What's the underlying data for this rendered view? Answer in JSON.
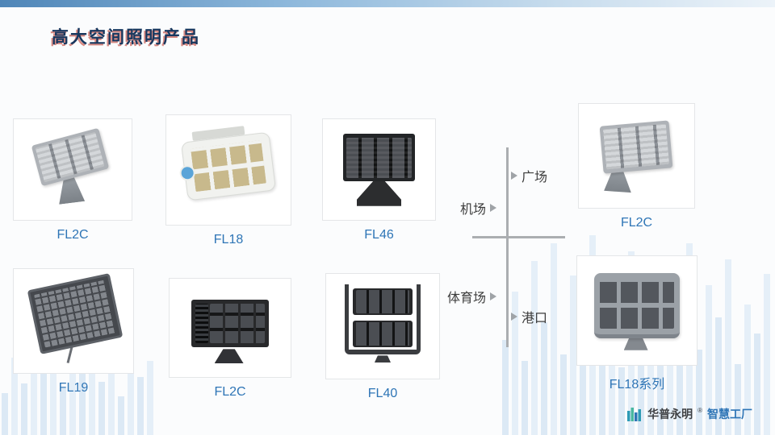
{
  "slide": {
    "title": "高大空间照明产品"
  },
  "products": [
    {
      "label": "FL2C"
    },
    {
      "label": "FL18"
    },
    {
      "label": "FL46"
    },
    {
      "label": "FL2C"
    },
    {
      "label": "FL19"
    },
    {
      "label": "FL2C"
    },
    {
      "label": "FL40"
    },
    {
      "label": "FL18系列"
    }
  ],
  "diagram": {
    "labels": [
      {
        "text": "广场"
      },
      {
        "text": "机场"
      },
      {
        "text": "体育场"
      },
      {
        "text": "港口"
      }
    ]
  },
  "footer": {
    "brand": "华普永明",
    "registered": "®",
    "suffix": "智慧工厂"
  },
  "colors": {
    "accent_blue": "#2e75b6",
    "title_navy": "#17375e",
    "title_shadow_red": "#ba2a1e",
    "diagram_gray": "#abaeb1",
    "equalizer_blue": "#d9e8f5",
    "top_strip_blue": "#4f86b8"
  }
}
